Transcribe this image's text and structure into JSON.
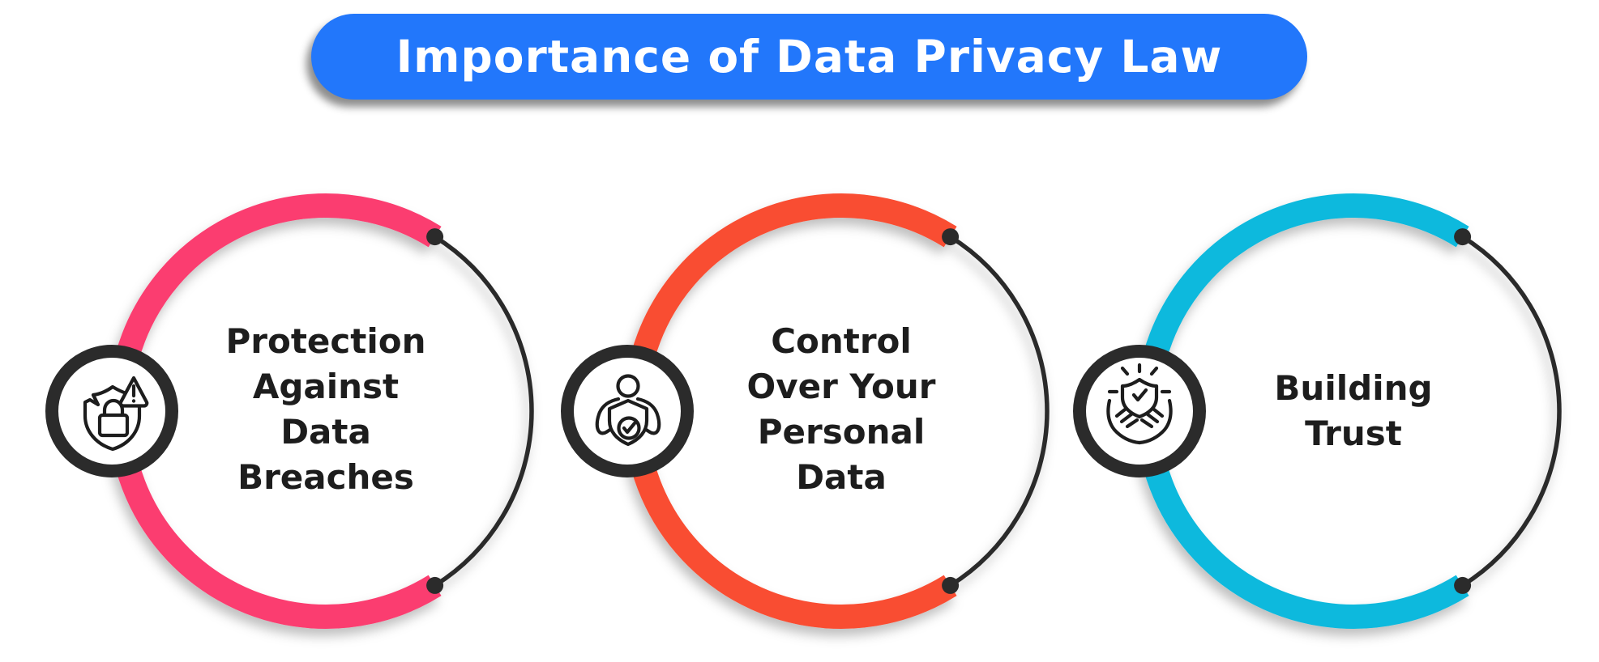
{
  "header": {
    "title": "Importance of Data Privacy Law",
    "bg_color": "#2277fb",
    "text_color": "#ffffff"
  },
  "circles": [
    {
      "label": "Protection Against Data Breaches",
      "label_lines": [
        "Protection",
        "Against",
        "Data",
        "Breaches"
      ],
      "color": "#fb3e70",
      "icon": "breached-shield-lock-warning"
    },
    {
      "label": "Control Over Your Personal Data",
      "label_lines": [
        "Control",
        "Over Your",
        "Personal",
        "Data"
      ],
      "color": "#f94d33",
      "icon": "person-holding-shield-check"
    },
    {
      "label": "Building Trust",
      "label_lines": [
        "Building",
        "Trust"
      ],
      "color": "#10b9dd",
      "icon": "hands-holding-shield-check"
    }
  ],
  "colors": {
    "arc_black": "#2b2b2b",
    "label_text": "#1d1d1d"
  }
}
